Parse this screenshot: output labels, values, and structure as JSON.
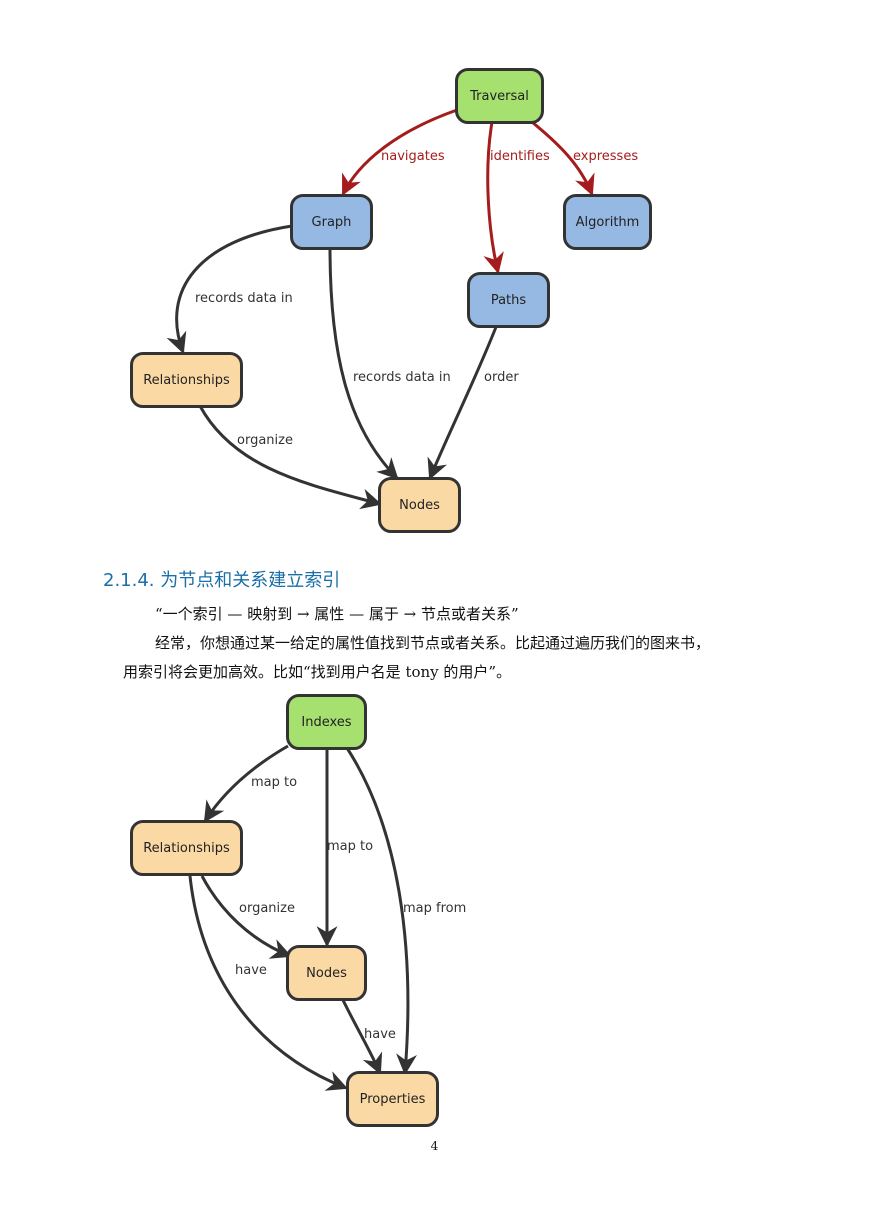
{
  "diagram1": {
    "nodes": {
      "traversal": "Traversal",
      "graph": "Graph",
      "algorithm": "Algorithm",
      "paths": "Paths",
      "relationships": "Relationships",
      "nodes": "Nodes"
    },
    "edges": {
      "navigates": "navigates",
      "identifies": "identifies",
      "expresses": "expresses",
      "graph_rel": "records data in",
      "graph_nodes": "records data in",
      "order": "order",
      "organize": "organize"
    }
  },
  "section": {
    "heading": "2.1.4. 为节点和关系建立索引",
    "quote": "“一个索引 — 映射到 → 属性 — 属于 → 节点或者关系”",
    "body_line1": "经常，你想通过某一给定的属性值找到节点或者关系。比起通过遍历我们的图来书，",
    "body_line2": "用索引将会更加高效。比如“找到用户名是 tony 的用户”。"
  },
  "diagram2": {
    "nodes": {
      "indexes": "Indexes",
      "relationships": "Relationships",
      "nodes": "Nodes",
      "properties": "Properties"
    },
    "edges": {
      "map_to_rel": "map to",
      "map_to_nodes": "map to",
      "map_from": "map from",
      "organize": "organize",
      "have_rel": "have",
      "have_nodes": "have"
    }
  },
  "page": {
    "number": "4"
  },
  "colors": {
    "green_node": "#a6e06f",
    "blue_node": "#95b9e3",
    "tan_node": "#fbd9a5",
    "red_edge": "#a51c1c",
    "dark_edge": "#333333",
    "heading": "#1a6fa8"
  }
}
